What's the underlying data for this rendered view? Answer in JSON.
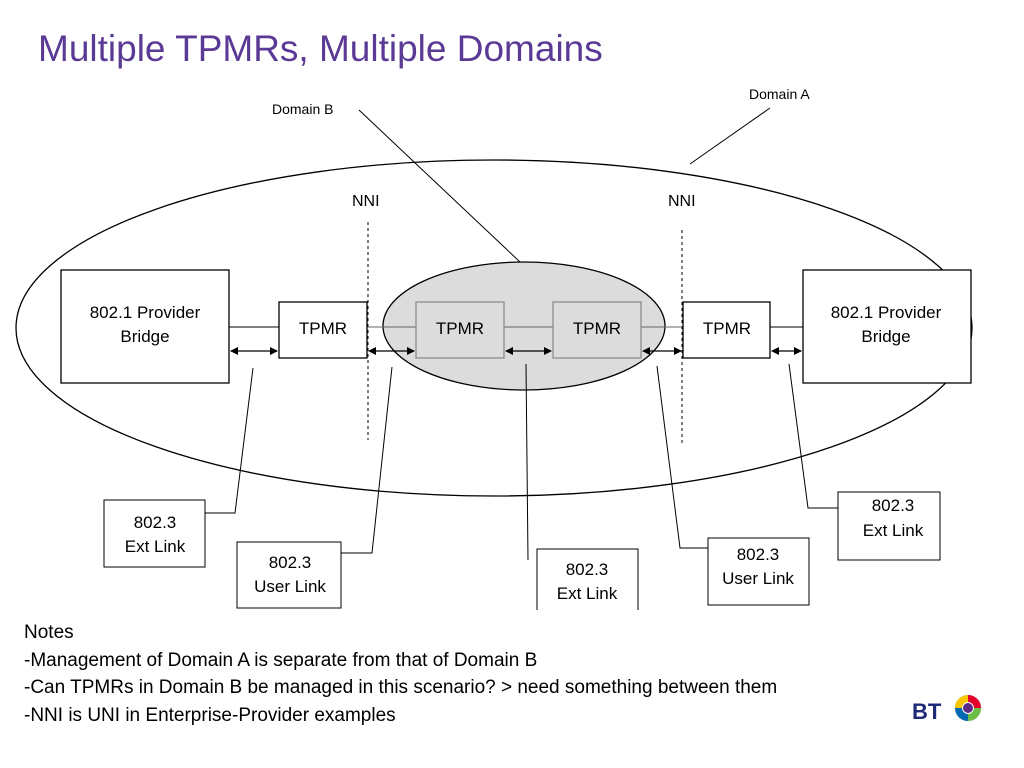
{
  "slide": {
    "title": "Multiple TPMRs, Multiple Domains"
  },
  "diagram": {
    "domains": {
      "domain_a": "Domain A",
      "domain_b": "Domain B"
    },
    "nni_labels": [
      "NNI",
      "NNI"
    ],
    "bridges": {
      "left": [
        "802.1 Provider",
        "Bridge"
      ],
      "right": [
        "802.1 Provider",
        "Bridge"
      ]
    },
    "tpmrs": [
      "TPMR",
      "TPMR",
      "TPMR",
      "TPMR"
    ],
    "link_boxes": [
      [
        "802.3",
        "Ext Link"
      ],
      [
        "802.3",
        "User Link"
      ],
      [
        "802.3",
        "Ext Link"
      ],
      [
        "802.3",
        "User Link"
      ],
      [
        "802.3",
        "Ext Link"
      ]
    ],
    "colors": {
      "domain_b_fill": "#dcdcdc",
      "tpmr_domain_b_border": "#8c8c8c",
      "tpmr_domain_b_text": "#555555",
      "line": "#000000"
    }
  },
  "notes": {
    "heading": "Notes",
    "items": [
      "-Management of Domain A is separate from that of Domain B",
      "-Can TPMRs in Domain B be managed in this scenario? > need something between them",
      "-NNI is UNI in Enterprise-Provider examples"
    ]
  },
  "logo": {
    "text": "BT",
    "colors": {
      "text": "#1e2a78",
      "red": "#e4002b",
      "blue": "#0069b4",
      "green": "#6cbe45",
      "yellow": "#f7c600",
      "purple": "#5b2a86"
    }
  }
}
